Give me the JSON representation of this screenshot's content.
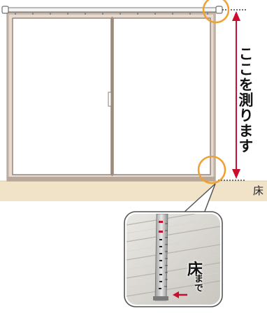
{
  "labels": {
    "measure_here": "ここを測ります",
    "floor": "床",
    "to_floor_big": "床",
    "to_floor_small": "まで"
  },
  "colors": {
    "arrow": "#c8102e",
    "highlight": "#f0a030",
    "floor": "#f1e3c7",
    "frame": "#b9a89a",
    "rail": "#f2f2f2"
  },
  "icons": {
    "rail_ring": "ring-icon",
    "callout_arrow": "left-arrow-icon"
  }
}
